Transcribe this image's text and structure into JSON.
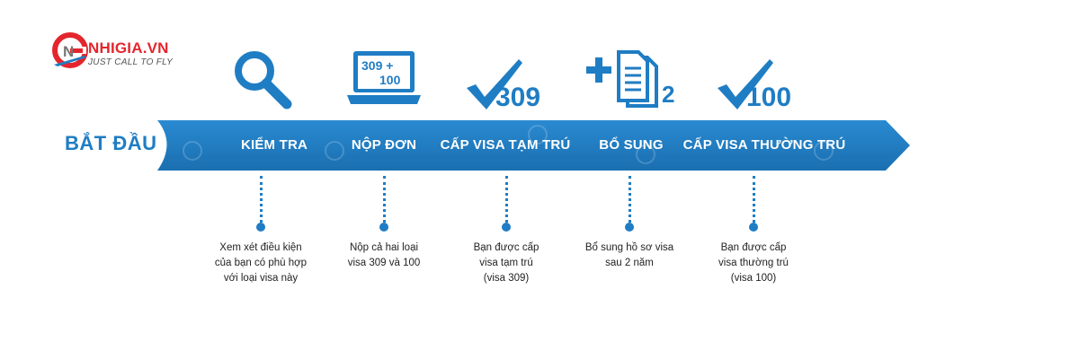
{
  "brand": {
    "name": "NHIGIA.VN",
    "tagline": "JUST CALL TO FLY",
    "accent": "#e3262d"
  },
  "colors": {
    "band": "#1f7dc4",
    "band_dark": "#1a6fb0",
    "text_dark": "#222222"
  },
  "start_label": "BẮT ĐẦU",
  "steps": [
    {
      "label": "KIỂM TRA",
      "icon": "magnifier-icon",
      "description": [
        "Xem xét điều kiện",
        "của bạn có phù hợp",
        "với loại visa này"
      ]
    },
    {
      "label": "NỘP ĐƠN",
      "icon": "laptop-icon",
      "icon_text": [
        "309 +",
        "100"
      ],
      "description": [
        "Nộp cả hai loại",
        "visa 309 và 100"
      ]
    },
    {
      "label": "CẤP VISA TẠM TRÚ",
      "icon": "check-309-icon",
      "icon_text": "309",
      "description": [
        "Bạn được cấp",
        "visa tạm trú",
        "(visa 309)"
      ]
    },
    {
      "label": "BỔ SUNG",
      "icon": "add-documents-icon",
      "icon_text": "2",
      "description": [
        "Bổ sung hồ sơ visa",
        "sau 2 năm"
      ]
    },
    {
      "label": "CẤP VISA THƯỜNG TRÚ",
      "icon": "check-100-icon",
      "icon_text": "100",
      "description": [
        "Bạn được cấp",
        "visa thường trú",
        "(visa 100)"
      ]
    }
  ]
}
